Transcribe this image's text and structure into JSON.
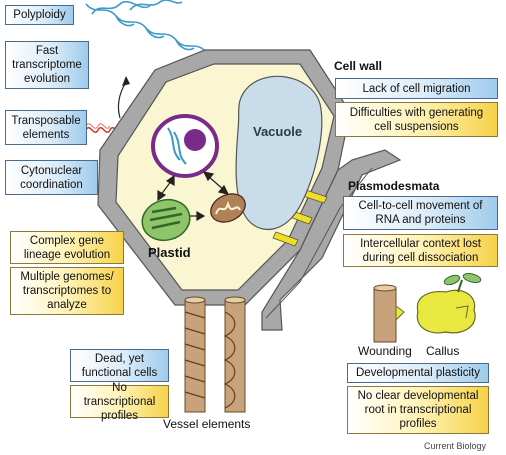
{
  "boxes": {
    "polyploidy": "Polyploidy",
    "fast_transcriptome": "Fast transcriptome evolution",
    "transposable": "Transposable elements",
    "cytonuclear": "Cytonuclear coordination",
    "complex_gene": "Complex gene lineage evolution",
    "multiple_genomes": "Multiple genomes/ transcriptomes to analyze",
    "lack_migration": "Lack of cell migration",
    "difficulties": "Difficulties with generating cell suspensions",
    "rna_movement": "Cell-to-cell movement of RNA and proteins",
    "intercellular": "Intercellular context lost during cell dissociation",
    "dev_plasticity": "Developmental plasticity",
    "no_root": "No clear developmental root in transcriptional profiles",
    "dead_functional": "Dead, yet functional cells",
    "no_profiles": "No transcriptional profiles"
  },
  "headers": {
    "cell_wall": "Cell wall",
    "plasmodesmata": "Plasmodesmata"
  },
  "labels": {
    "vacuole": "Vacuole",
    "plastid": "Plastid",
    "wounding": "Wounding",
    "callus": "Callus",
    "vessel_elements": "Vessel elements",
    "credit": "Current Biology"
  },
  "colors": {
    "cell_fill": "#fbf6d2",
    "wall": "#a8a8a8",
    "vacuole": "#c9dcea",
    "nucleus": "#7a2a8a",
    "plastid": "#8fc46a",
    "mitochondrion": "#b08058",
    "plasmodesmata": "#f0df20",
    "vessel": "#c8a27a",
    "callus": "#e8e840",
    "blue_box": "#9fcbec",
    "yellow_box": "#f6d24a"
  }
}
